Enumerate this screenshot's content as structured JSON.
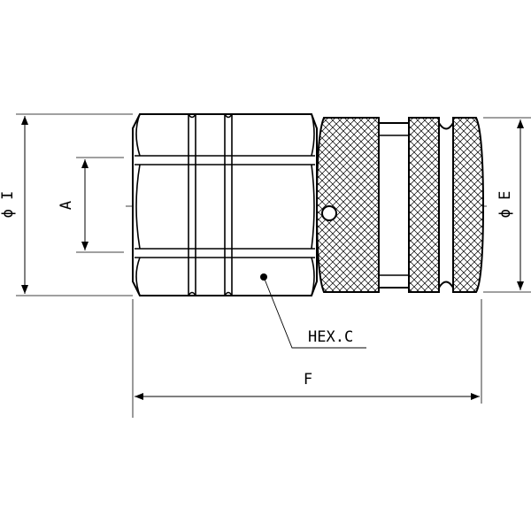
{
  "labels": {
    "dim_i": "ϕ I",
    "dim_a": "A",
    "dim_e": "ϕ E",
    "dim_f": "F",
    "hex": "HEX.C"
  },
  "colors": {
    "stroke": "#000000",
    "background": "#ffffff"
  }
}
